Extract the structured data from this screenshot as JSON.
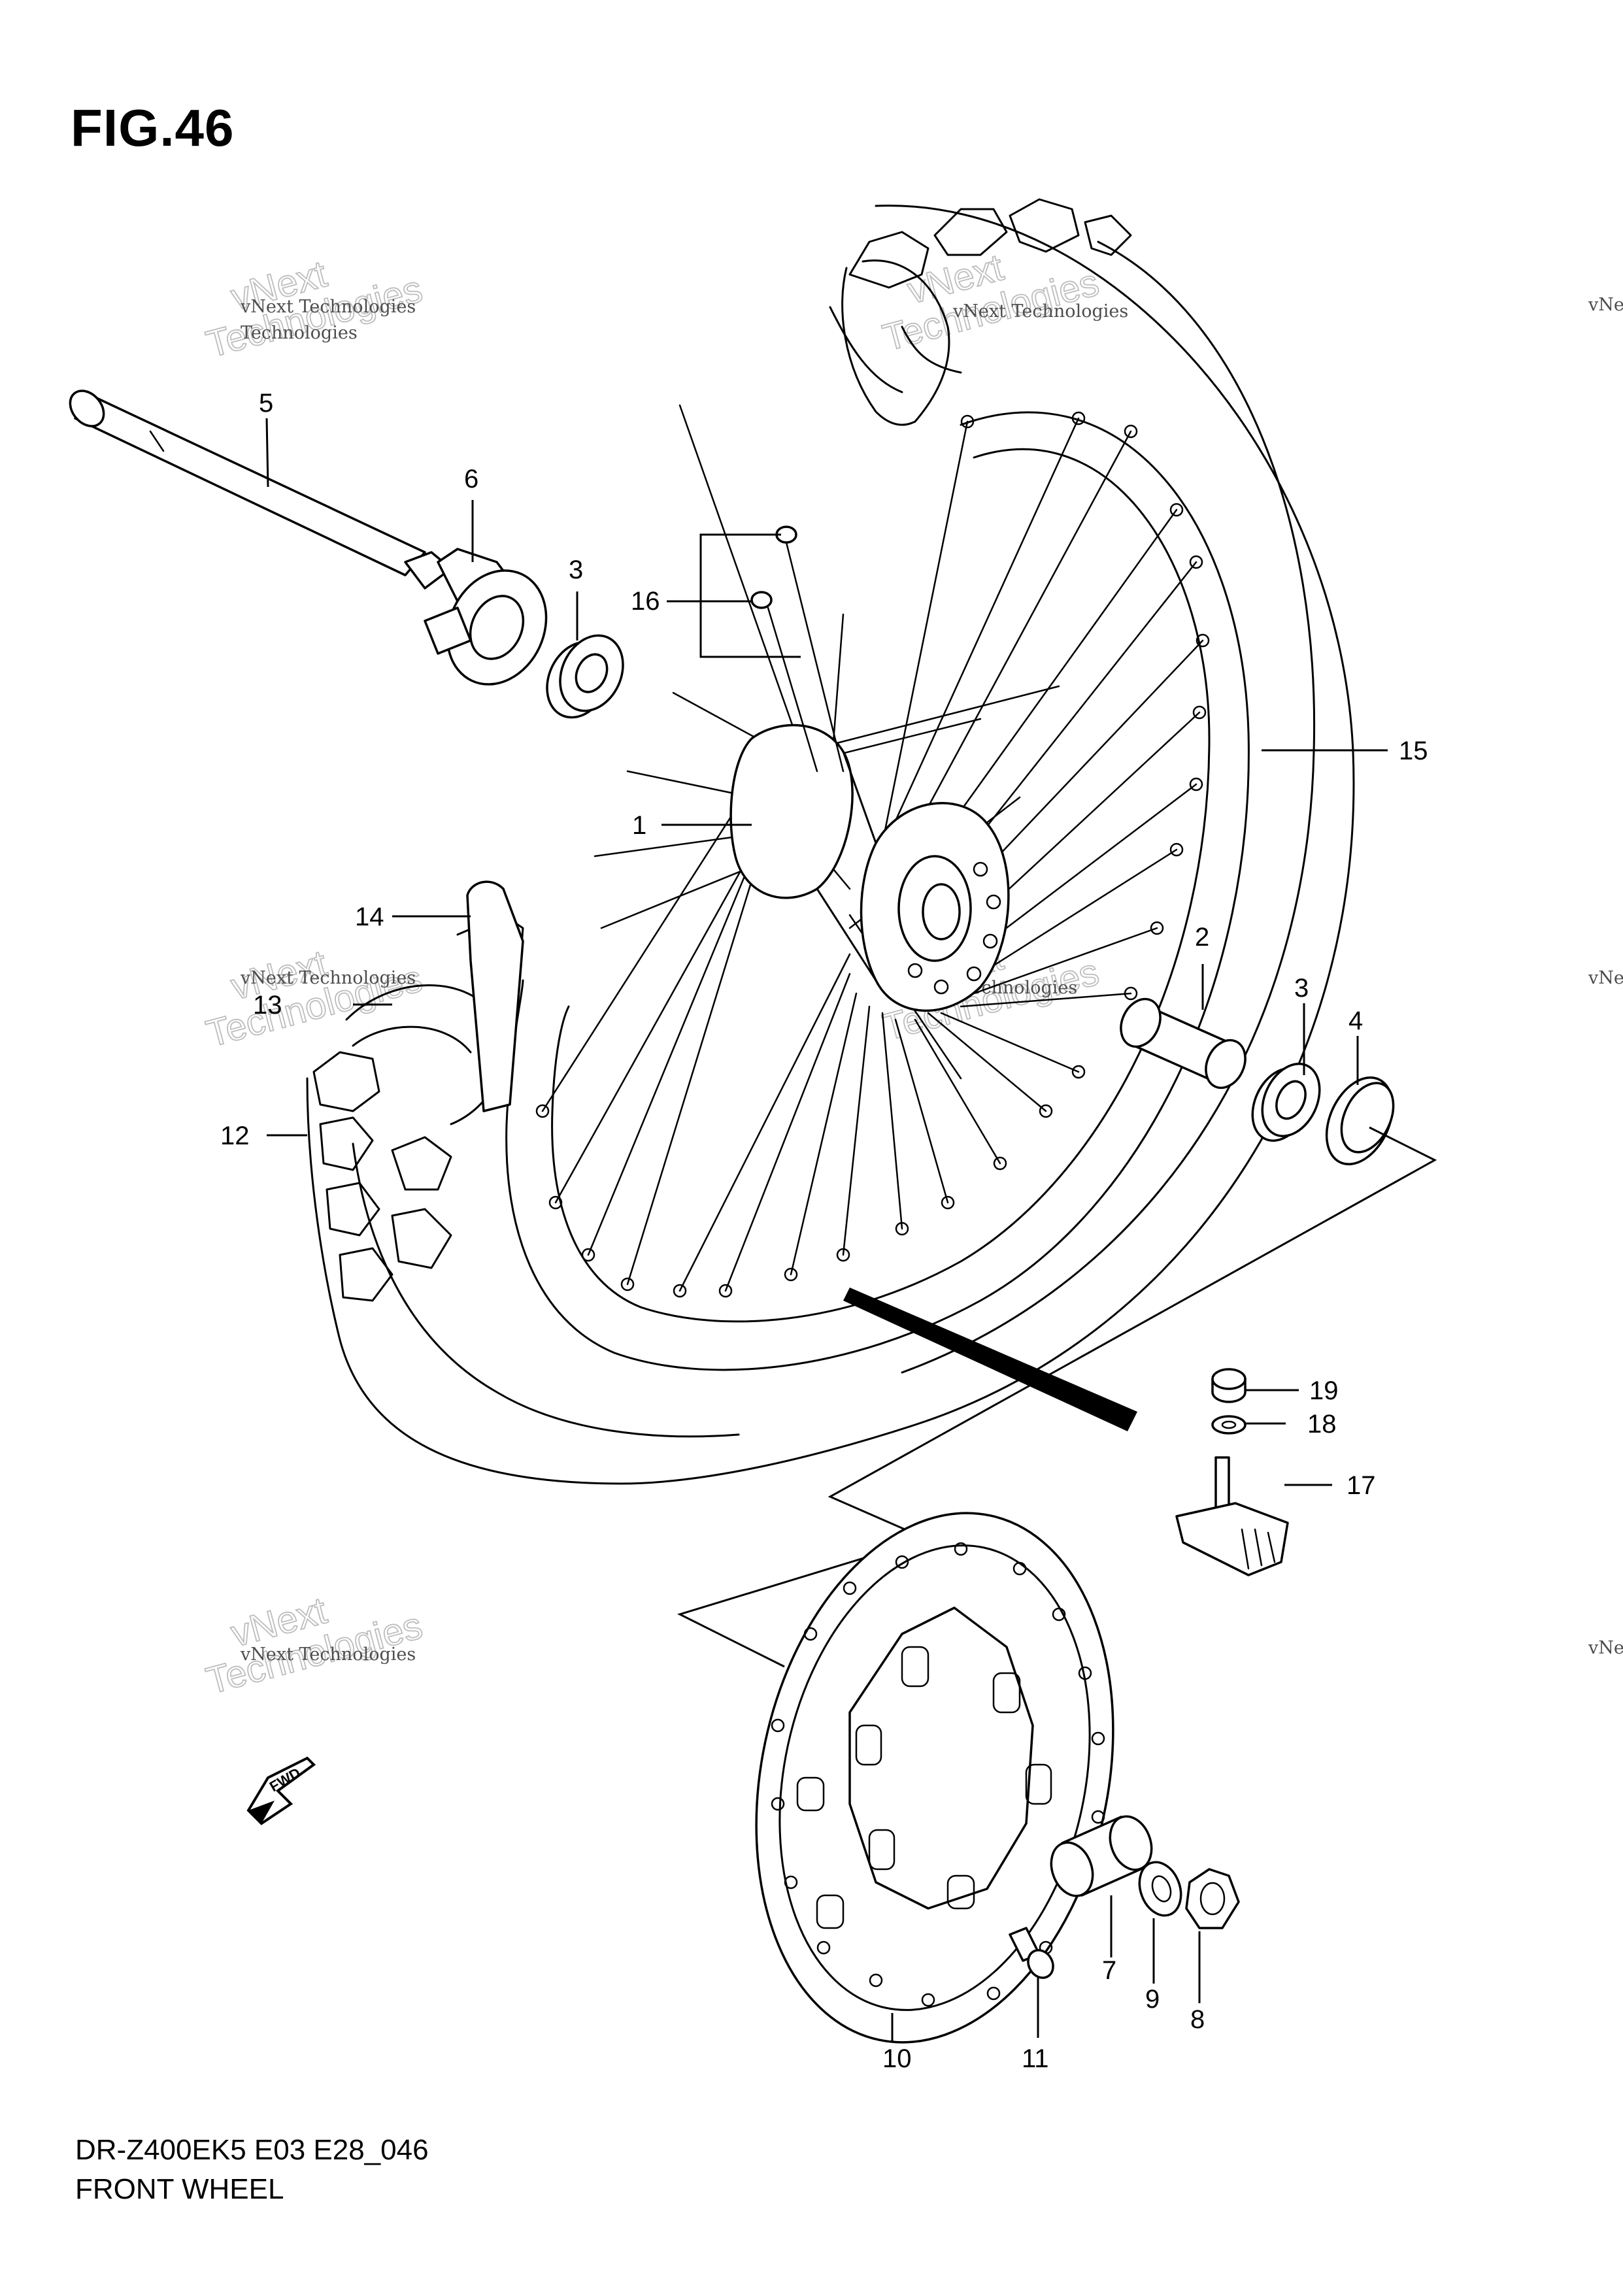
{
  "figure": {
    "title": "FIG.46",
    "model_code": "DR-Z400EK5 E03 E28_046",
    "caption": "FRONT WHEEL"
  },
  "fwd_badge": {
    "label": "FWD"
  },
  "watermarks": {
    "brand_line": "vNext Technologies",
    "brand_word": "vNext",
    "brand_word_2": "Technologies"
  },
  "callouts": [
    {
      "id": "1"
    },
    {
      "id": "2"
    },
    {
      "id": "3"
    },
    {
      "id": "3"
    },
    {
      "id": "4"
    },
    {
      "id": "5"
    },
    {
      "id": "6"
    },
    {
      "id": "7"
    },
    {
      "id": "8"
    },
    {
      "id": "9"
    },
    {
      "id": "10"
    },
    {
      "id": "11"
    },
    {
      "id": "12"
    },
    {
      "id": "13"
    },
    {
      "id": "14"
    },
    {
      "id": "15"
    },
    {
      "id": "16"
    },
    {
      "id": "17"
    },
    {
      "id": "18"
    },
    {
      "id": "19"
    }
  ]
}
